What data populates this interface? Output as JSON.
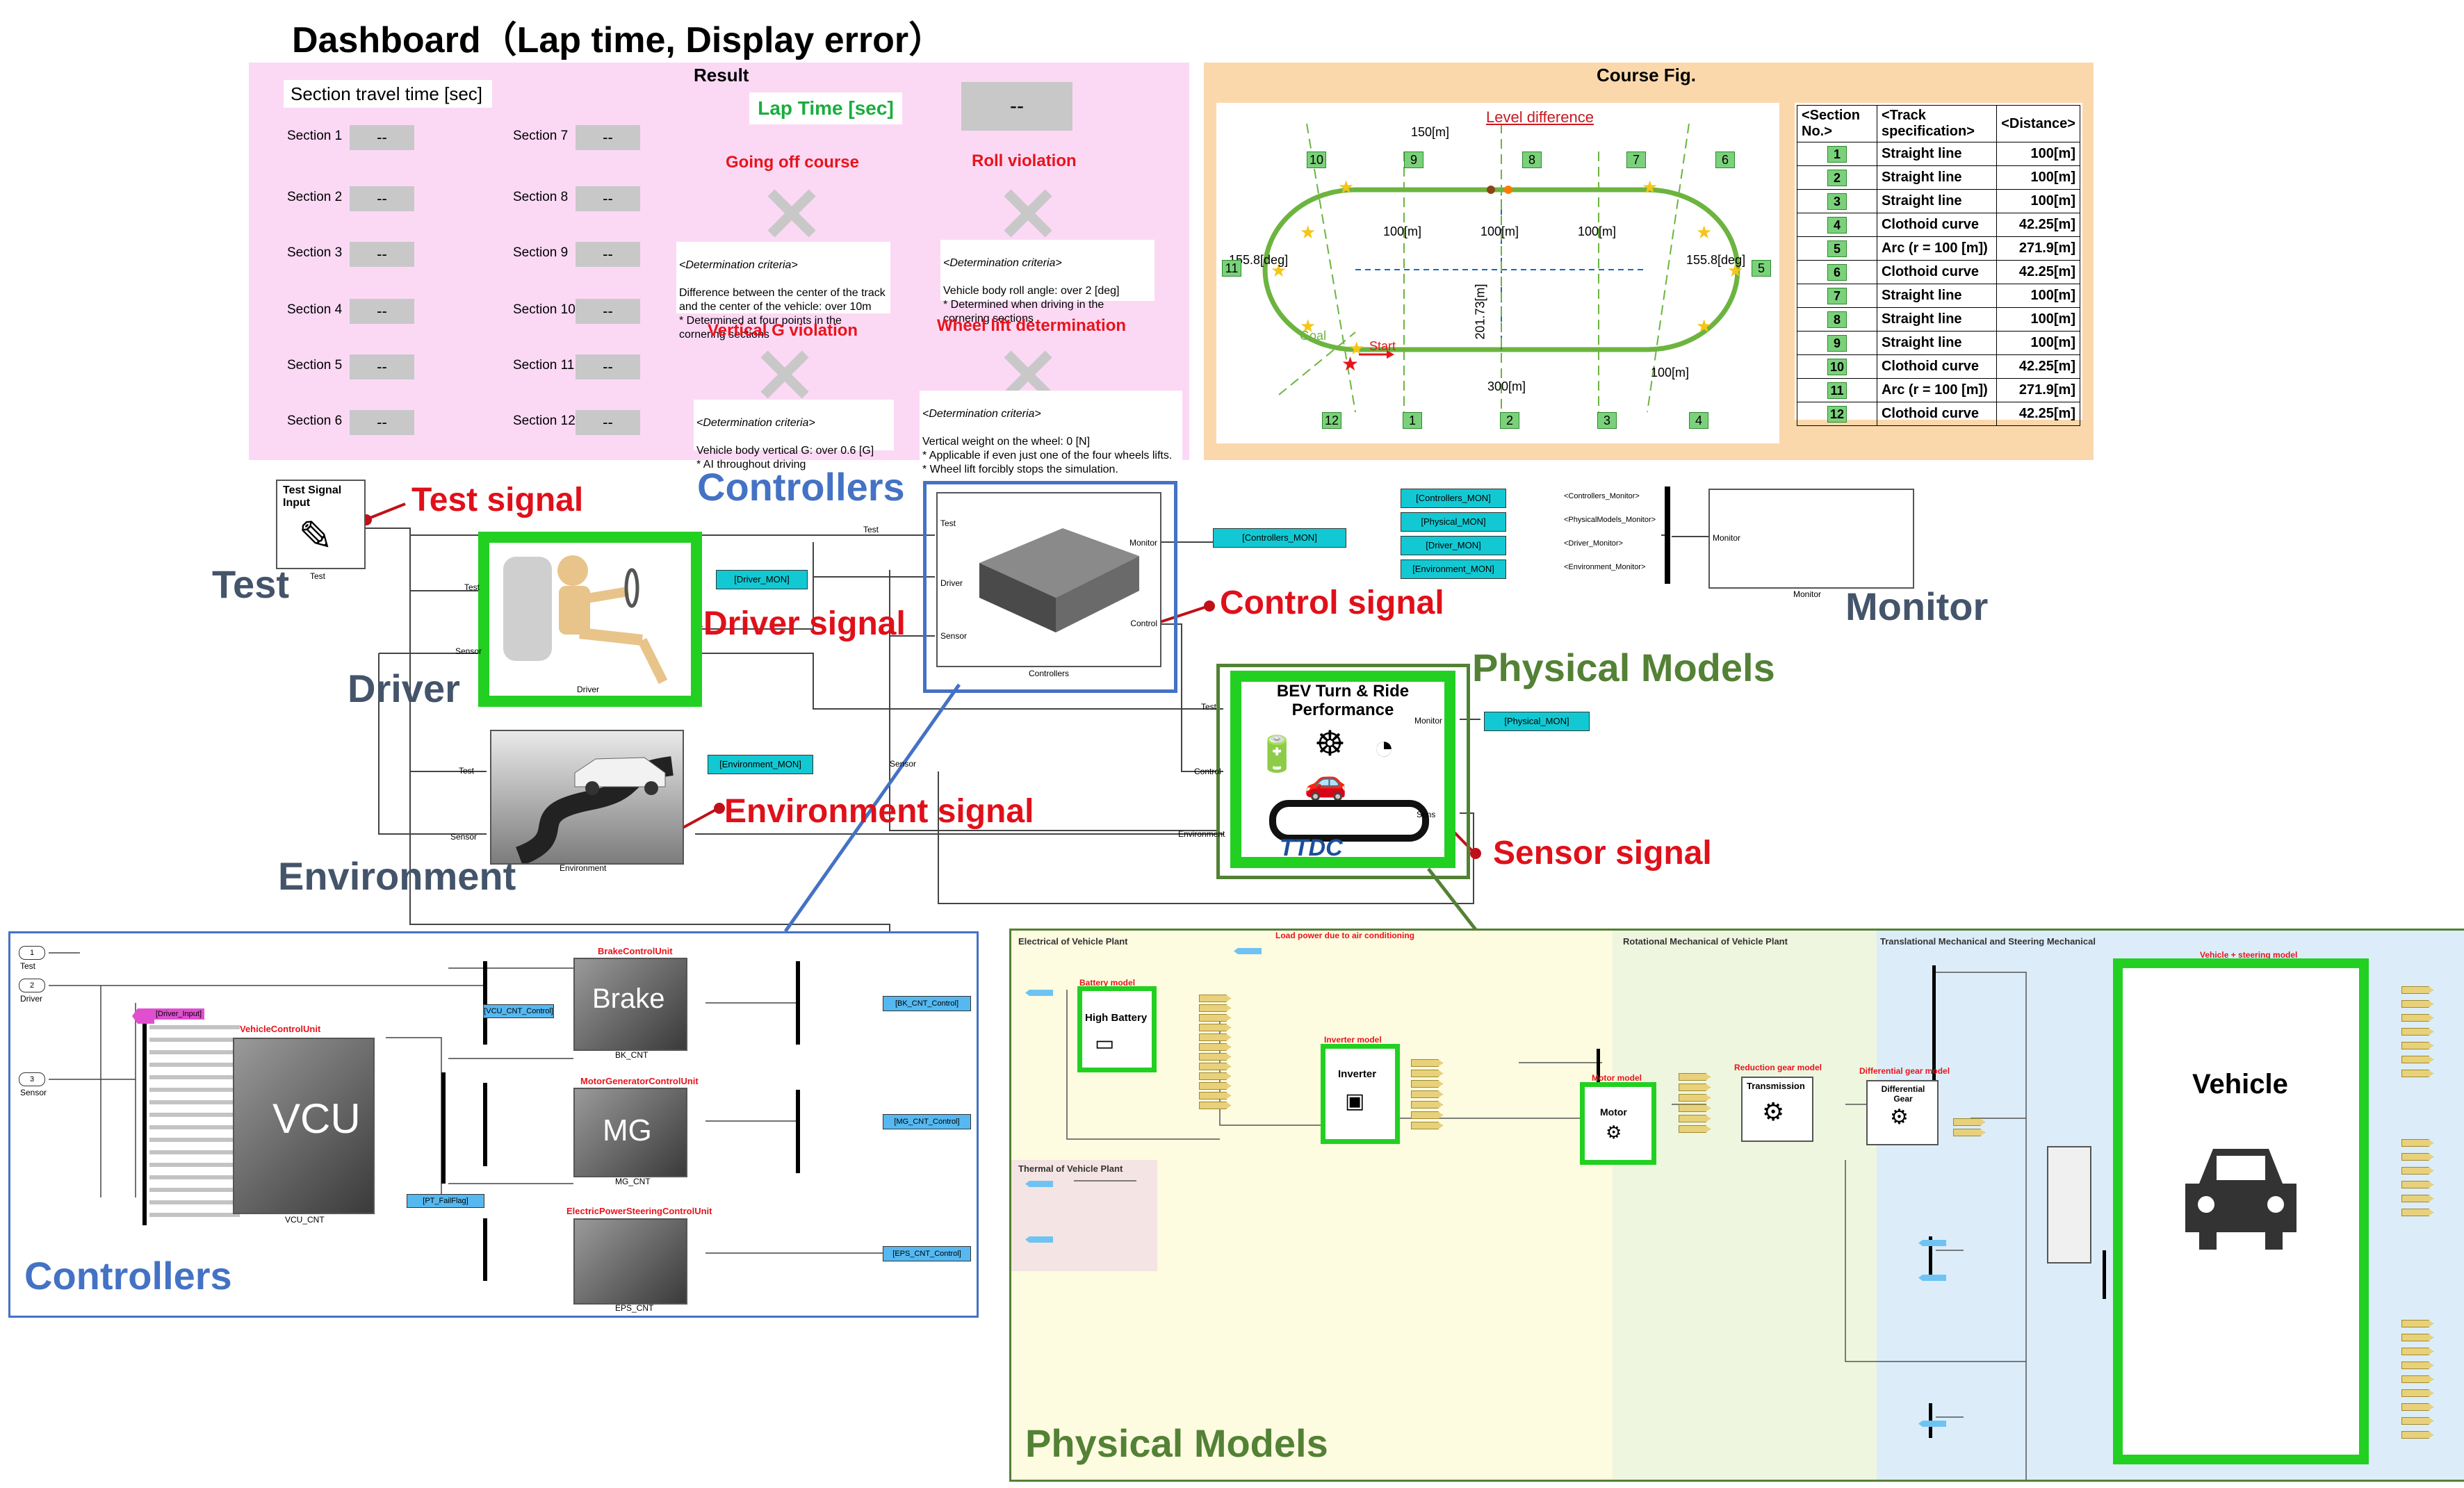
{
  "title": "Dashboard（Lap time, Display error）",
  "result": {
    "heading": "Result",
    "section_travel_title": "Section travel time [sec]",
    "sections_left": [
      "Section 1",
      "Section 2",
      "Section 3",
      "Section 4",
      "Section 5",
      "Section 6"
    ],
    "sections_right": [
      "Section 7",
      "Section 8",
      "Section 9",
      "Section 10",
      "Section 11",
      "Section 12"
    ],
    "placeholder": "--",
    "lap_time_label": "Lap Time [sec]",
    "lap_time_value": "--",
    "going_off": {
      "title": "Going off course",
      "criteria_title": "<Determination criteria>",
      "criteria": "Difference between the center of the track and the center of the vehicle: over 10m\n* Determined at four points in the cornering sections"
    },
    "roll": {
      "title": "Roll violation",
      "criteria_title": "<Determination criteria>",
      "criteria": "Vehicle body roll angle: over 2 [deg]\n* Determined when driving in the cornering sections"
    },
    "vertical_g": {
      "title": "Vertical G violation",
      "criteria_title": "<Determination criteria>",
      "criteria": "Vehicle body vertical G: over 0.6 [G]\n* AI throughout driving"
    },
    "wheel_lift": {
      "title": "Wheel lift determination",
      "criteria_title": "<Determination criteria>",
      "criteria": "Vertical weight on the wheel: 0 [N]\n* Applicable if even just one of the four wheels lifts.\n* Wheel lift forcibly stops the simulation."
    }
  },
  "course": {
    "heading": "Course Fig.",
    "level_difference": "Level difference",
    "dims": {
      "d150": "150[m]",
      "d100a": "100[m]",
      "d100b": "100[m]",
      "d100c": "100[m]",
      "d201": "201.73[m]",
      "d300": "300[m]",
      "d100d": "100[m]",
      "deg_left": "155.8[deg]",
      "deg_right": "155.8[deg]"
    },
    "goal": "Goal",
    "start": "Start",
    "track_numbers_top": [
      "10",
      "9",
      "8",
      "7",
      "6"
    ],
    "track_numbers_bottom": [
      "12",
      "1",
      "2",
      "3",
      "4"
    ],
    "track_left": "11",
    "track_right": "5",
    "table_headers": [
      "<Section No.>",
      "<Track specification>",
      "<Distance>"
    ],
    "table_rows": [
      [
        "1",
        "Straight line",
        "100[m]"
      ],
      [
        "2",
        "Straight line",
        "100[m]"
      ],
      [
        "3",
        "Straight line",
        "100[m]"
      ],
      [
        "4",
        "Clothoid curve",
        "42.25[m]"
      ],
      [
        "5",
        "Arc (r = 100 [m])",
        "271.9[m]"
      ],
      [
        "6",
        "Clothoid curve",
        "42.25[m]"
      ],
      [
        "7",
        "Straight line",
        "100[m]"
      ],
      [
        "8",
        "Straight line",
        "100[m]"
      ],
      [
        "9",
        "Straight line",
        "100[m]"
      ],
      [
        "10",
        "Clothoid curve",
        "42.25[m]"
      ],
      [
        "11",
        "Arc (r = 100 [m])",
        "271.9[m]"
      ],
      [
        "12",
        "Clothoid curve",
        "42.25[m]"
      ]
    ]
  },
  "model": {
    "test_block": "Test Signal Input",
    "test_caption": "Test",
    "test_label": "Test",
    "driver_label": "Driver",
    "environment_label": "Environment",
    "controllers_label": "Controllers",
    "physical_models_label": "Physical Models",
    "monitor_label": "Monitor",
    "signals": {
      "test": "Test signal",
      "driver": "Driver signal",
      "control": "Control signal",
      "environment": "Environment signal",
      "sensor": "Sensor signal"
    },
    "ports": {
      "test": "Test",
      "sensor": "Sensor",
      "driver": "Driver",
      "monitor": "Monitor",
      "control": "Control",
      "environment": "Environment",
      "sens": "Sens"
    },
    "tags": {
      "driver_mon": "[Driver_MON]",
      "controllers_mon": "[Controllers_MON]",
      "environment_mon": "[Environment_MON]",
      "physical_mon": "[Physical_MON]"
    },
    "mon_inputs": [
      "[Controllers_MON]",
      "[Physical_MON]",
      "[Driver_MON]",
      "[Environment_MON]"
    ],
    "mon_bus": [
      "<Controllers_Monitor>",
      "<PhysicalModels_Monitor>",
      "<Driver_Monitor>",
      "<Environment_Monitor>"
    ],
    "block_captions": {
      "driver": "Driver",
      "controllers": "Controllers",
      "environment": "Environment",
      "monitor": "Monitor"
    },
    "bev": {
      "line1": "BEV Turn & Ride",
      "line2": "Performance",
      "logo": "TTDC"
    }
  },
  "controllers_detail": {
    "label": "Controllers",
    "inports": [
      "Test",
      "Driver",
      "Sensor"
    ],
    "vcu_title": "VehicleControlUnit",
    "vcu": "VCU",
    "vcu_caption": "VCU_CNT",
    "brake_title": "BrakeControlUnit",
    "brake": "Brake",
    "brake_caption": "BK_CNT",
    "mg_title": "MotorGeneratorControlUnit",
    "mg": "MG",
    "mg_caption": "MG_CNT",
    "eps_title": "ElectricPowerSteeringControlUnit",
    "eps_caption": "EPS_CNT",
    "outs": [
      "[BK_CNT_Control]",
      "[MG_CNT_Control]",
      "[EPS_CNT_Control]"
    ],
    "driver_input": "[Driver_Input]",
    "pt_flag": "[PT_FailFlag]",
    "vcu_control": "[VCU_CNT_Control]"
  },
  "physical_detail": {
    "label": "Physical Models",
    "electrical": "Electrical of Vehicle Plant",
    "rotational": "Rotational Mechanical of Vehicle Plant",
    "translational": "Translational Mechanical and Steering Mechanical",
    "thermal": "Thermal of Vehicle Plant",
    "load_power": "Load power due to air conditioning",
    "battery_title": "Battery model",
    "battery": "High Battery",
    "inverter_title": "Inverter model",
    "inverter": "Inverter",
    "motor_title": "Motor model",
    "motor": "Motor",
    "reduction_title": "Reduction gear model",
    "reduction": "Transmission",
    "diff_title": "Differential gear model",
    "diff": "Differential Gear",
    "vehicle_title": "Vehicle + steering model",
    "vehicle": "Vehicle"
  }
}
